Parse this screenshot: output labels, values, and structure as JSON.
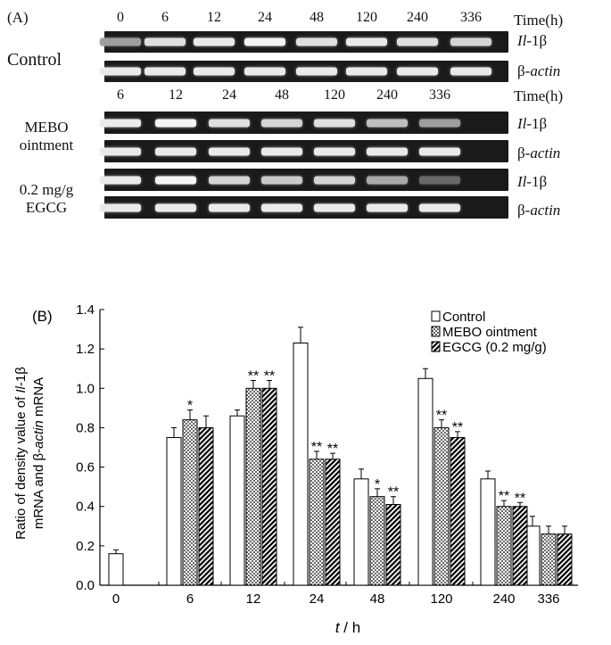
{
  "panel_a": {
    "label": "(A)",
    "time_header": "Time(h)",
    "control": {
      "label": "Control",
      "times": [
        "0",
        "6",
        "12",
        "24",
        "48",
        "120",
        "240",
        "336"
      ],
      "gene1_prefix": "Il",
      "gene1_suffix": "-1β",
      "gene2_prefix": "β-",
      "gene2_suffix": "actin",
      "band_intensity_il1b": [
        0.55,
        0.85,
        0.9,
        0.95,
        0.85,
        0.9,
        0.85,
        0.8
      ],
      "band_intensity_actin": [
        0.9,
        0.9,
        0.9,
        0.9,
        0.9,
        0.9,
        0.9,
        0.9
      ]
    },
    "treated_times": [
      "6",
      "12",
      "24",
      "48",
      "120",
      "240",
      "336"
    ],
    "mebo": {
      "label_line1": "MEBO",
      "label_line2": "ointment",
      "band_intensity_il1b": [
        0.9,
        0.95,
        0.85,
        0.8,
        0.85,
        0.7,
        0.55
      ],
      "band_intensity_actin": [
        0.9,
        0.9,
        0.9,
        0.9,
        0.9,
        0.9,
        0.9
      ]
    },
    "egcg": {
      "label_line1": "0.2 mg/g",
      "label_line2": "EGCG",
      "band_intensity_il1b": [
        0.9,
        0.95,
        0.8,
        0.75,
        0.8,
        0.6,
        0.3
      ],
      "band_intensity_actin": [
        0.9,
        0.9,
        0.9,
        0.9,
        0.9,
        0.9,
        0.9
      ]
    }
  },
  "chart_data": {
    "type": "bar",
    "panel_label": "(B)",
    "categories": [
      "0",
      "6",
      "12",
      "24",
      "48",
      "120",
      "240",
      "336"
    ],
    "series": [
      {
        "name": "Control",
        "pattern": "white",
        "values": [
          0.16,
          0.75,
          0.86,
          1.23,
          0.54,
          1.05,
          0.54,
          0.3
        ],
        "errors": [
          0.02,
          0.05,
          0.03,
          0.08,
          0.05,
          0.05,
          0.04,
          0.05
        ]
      },
      {
        "name": "MEBO ointment",
        "pattern": "dots",
        "values": [
          null,
          0.84,
          1.0,
          0.64,
          0.45,
          0.8,
          0.4,
          0.26
        ],
        "errors": [
          null,
          0.05,
          0.04,
          0.04,
          0.04,
          0.04,
          0.03,
          0.04
        ],
        "sig": [
          null,
          "*",
          "**",
          "**",
          "*",
          "**",
          "**",
          null
        ]
      },
      {
        "name": "EGCG (0.2 mg/g)",
        "pattern": "hatch",
        "values": [
          null,
          0.8,
          1.0,
          0.64,
          0.41,
          0.75,
          0.4,
          0.26
        ],
        "errors": [
          null,
          0.06,
          0.04,
          0.03,
          0.04,
          0.03,
          0.02,
          0.04
        ],
        "sig": [
          null,
          null,
          "**",
          "**",
          "**",
          "**",
          "**",
          null
        ]
      }
    ],
    "ylabel_line1_prefix": "Ratio of density value of ",
    "ylabel_line1_italic": "Il",
    "ylabel_line1_suffix": "-1β",
    "ylabel_line2_prefix": "mRNA and β-",
    "ylabel_line2_italic": "actin",
    "ylabel_line2_suffix": " mRNA",
    "xlabel_italic": "t",
    "xlabel_suffix": " / h",
    "ylim": [
      0.0,
      1.4
    ],
    "yticks": [
      "0.0",
      "0.2",
      "0.4",
      "0.6",
      "0.8",
      "1.0",
      "1.2",
      "1.4"
    ],
    "grid": false,
    "legend_position": "top-right"
  }
}
